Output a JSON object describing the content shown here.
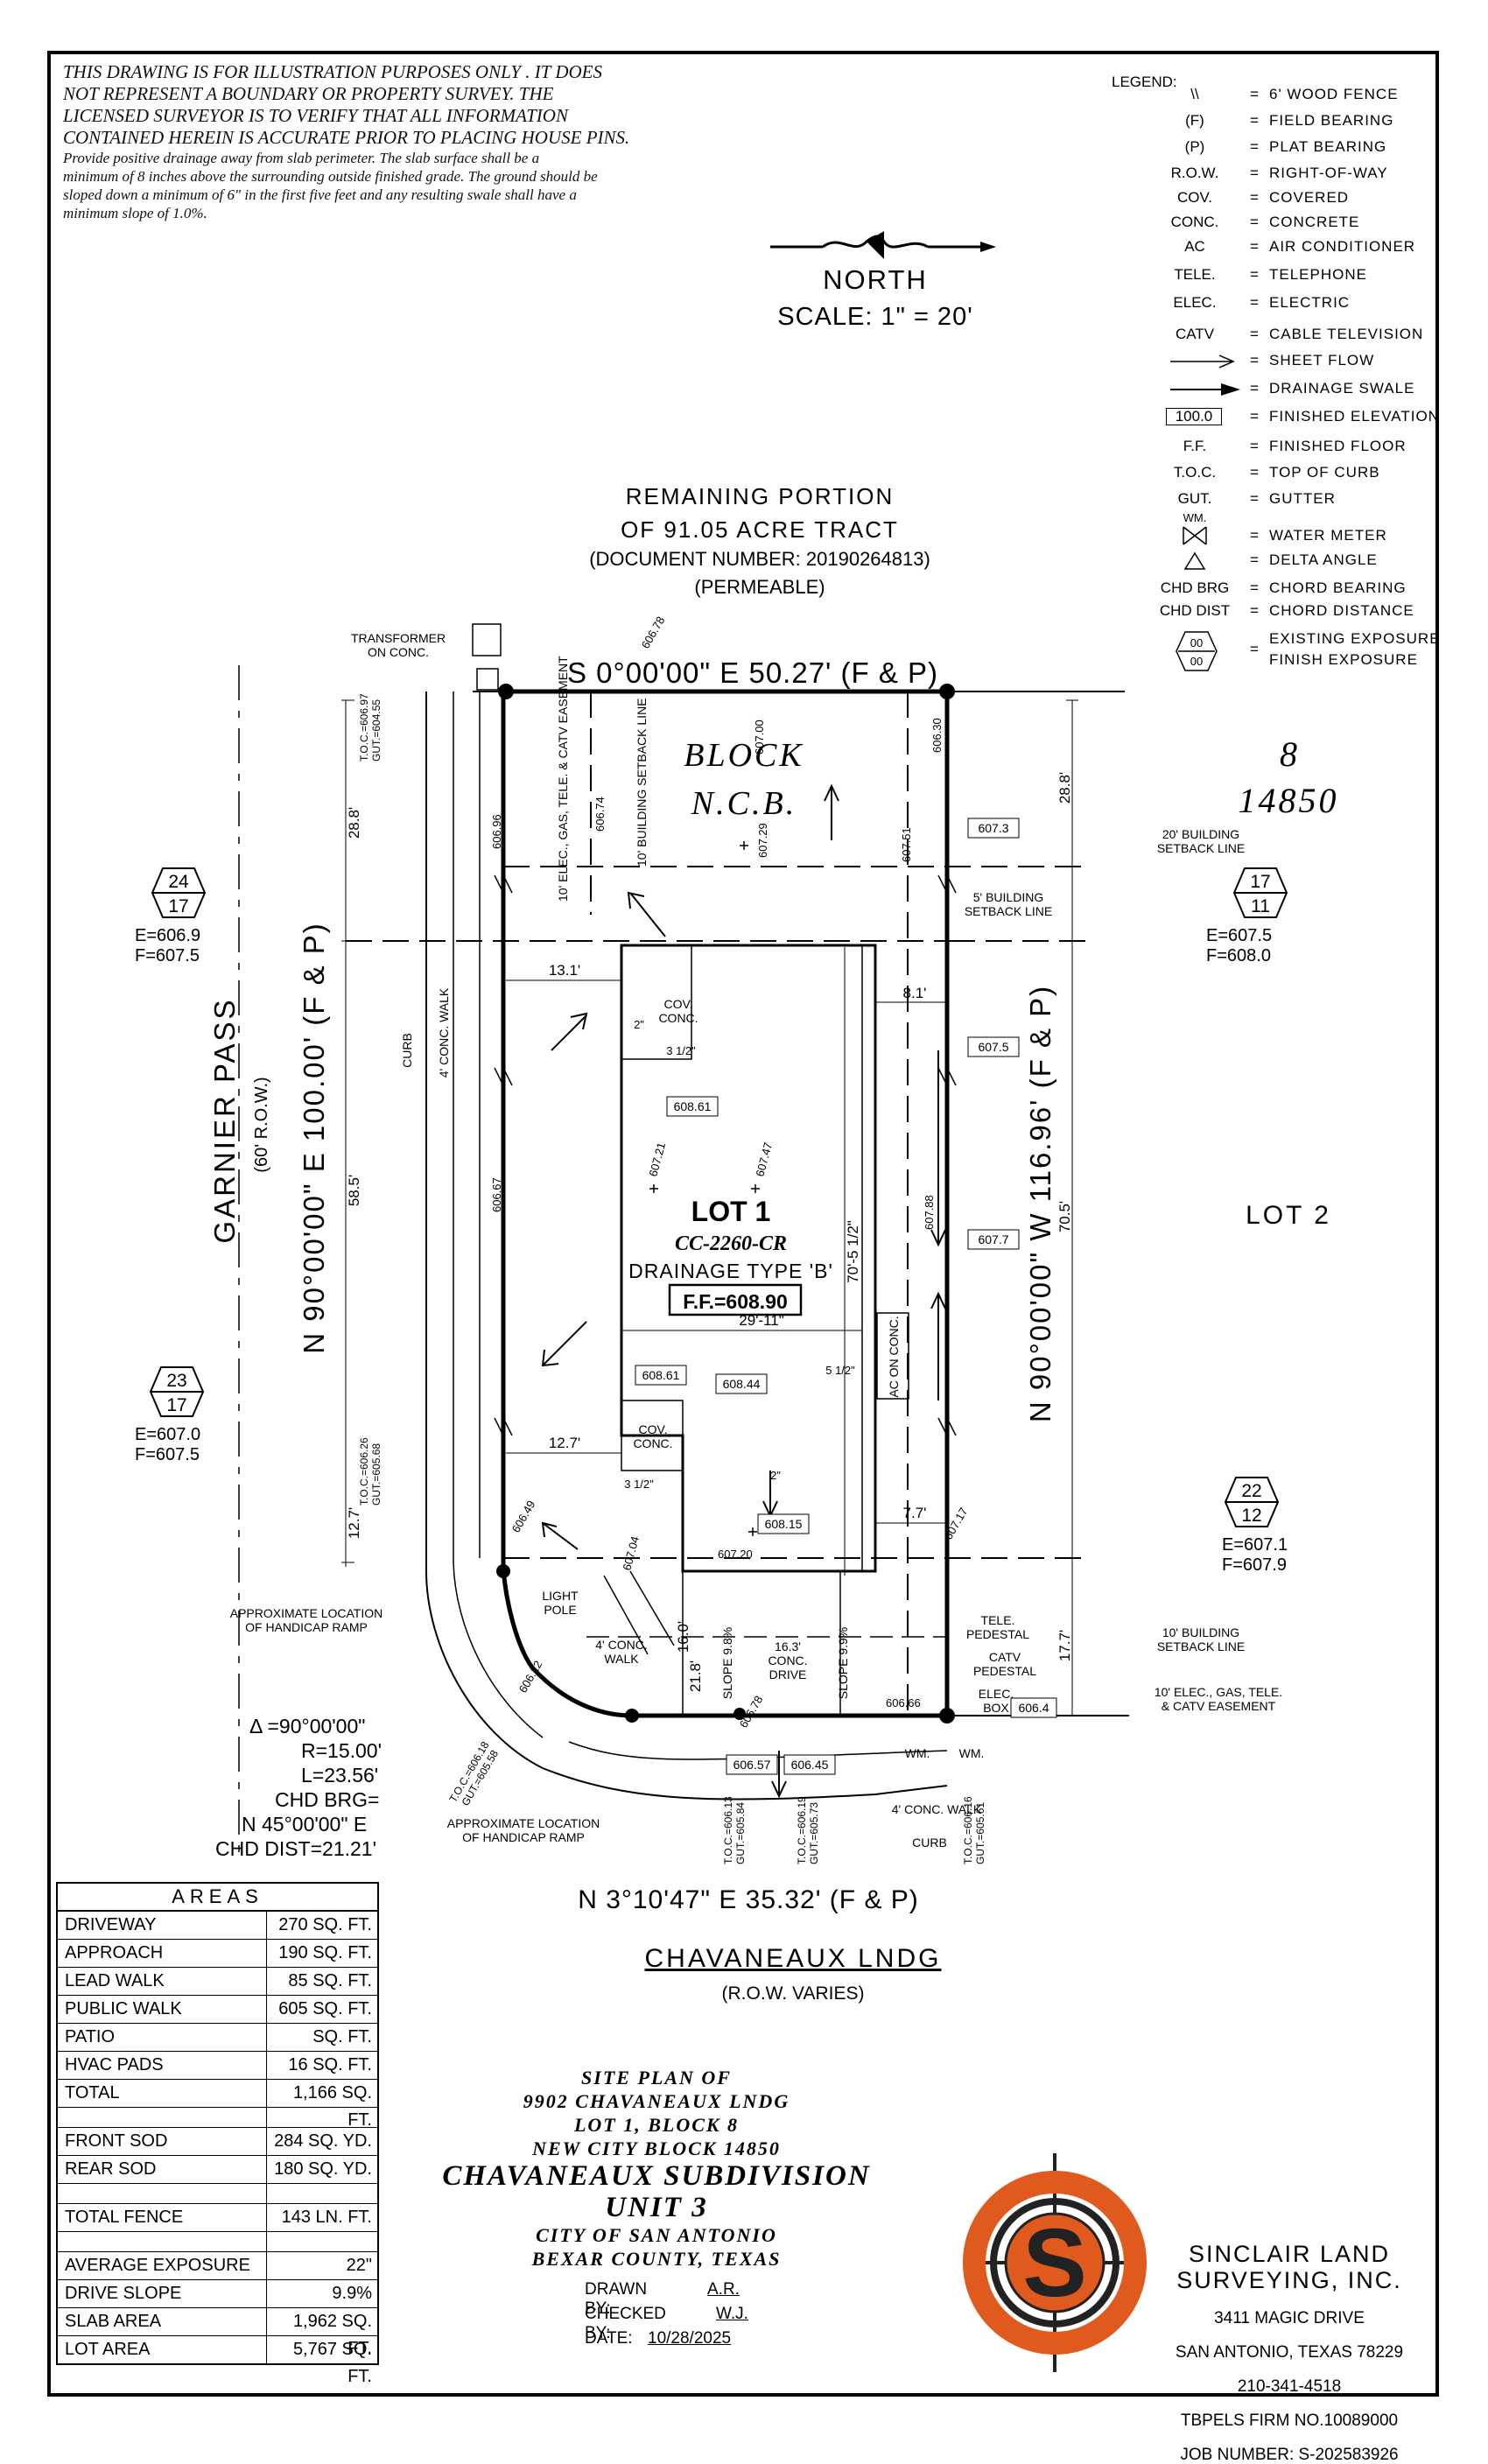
{
  "note": {
    "caps": [
      "THIS DRAWING IS FOR ILLUSTRATION PURPOSES ONLY . IT DOES",
      "NOT REPRESENT A BOUNDARY OR PROPERTY SURVEY. THE",
      "LICENSED SURVEYOR IS TO VERIFY THAT ALL INFORMATION",
      "CONTAINED HEREIN IS ACCURATE PRIOR TO PLACING HOUSE PINS."
    ],
    "small": [
      "Provide positive drainage away from slab perimeter. The slab surface shall be a",
      "minimum of 8 inches above the surrounding outside finished grade. The ground should be",
      "sloped down a minimum of 6\" in the first five feet and any resulting swale shall have a",
      "minimum slope of 1.0%."
    ]
  },
  "legend": {
    "title": "LEGEND:",
    "items": [
      {
        "abbr": "\\\\",
        "desc": "6' WOOD FENCE"
      },
      {
        "abbr": "(F)",
        "desc": "FIELD BEARING"
      },
      {
        "abbr": "(P)",
        "desc": "PLAT BEARING"
      },
      {
        "abbr": "R.O.W.",
        "desc": "RIGHT-OF-WAY"
      },
      {
        "abbr": "COV.",
        "desc": "COVERED"
      },
      {
        "abbr": "CONC.",
        "desc": "CONCRETE"
      },
      {
        "abbr": "AC",
        "desc": "AIR CONDITIONER"
      },
      {
        "abbr": "TELE.",
        "desc": "TELEPHONE"
      },
      {
        "abbr": "ELEC.",
        "desc": "ELECTRIC"
      },
      {
        "abbr": "CATV",
        "desc": "CABLE TELEVISION"
      },
      {
        "abbr": "",
        "desc": "SHEET FLOW"
      },
      {
        "abbr": "",
        "desc": "DRAINAGE SWALE"
      },
      {
        "abbr": "100.0",
        "desc": "FINISHED ELEVATION"
      },
      {
        "abbr": "F.F.",
        "desc": "FINISHED FLOOR"
      },
      {
        "abbr": "T.O.C.",
        "desc": "TOP OF CURB"
      },
      {
        "abbr": "GUT.",
        "desc": "GUTTER"
      },
      {
        "abbr": "WM.",
        "desc": "WATER METER"
      },
      {
        "abbr": "",
        "desc": "DELTA ANGLE"
      },
      {
        "abbr": "CHD BRG",
        "desc": "CHORD BEARING"
      },
      {
        "abbr": "CHD DIST",
        "desc": "CHORD DISTANCE"
      },
      {
        "abbr": "00 / 00",
        "desc": "EXISTING EXPOSURE"
      },
      {
        "abbr": "",
        "desc": "FINISH EXPOSURE"
      }
    ]
  },
  "north": {
    "label": "NORTH",
    "scale": "SCALE:  1\"  =  20'"
  },
  "plan": {
    "remaining": [
      "REMAINING PORTION",
      "OF 91.05 ACRE TRACT",
      "(DOCUMENT NUMBER: 20190264813)",
      "(PERMEABLE)"
    ],
    "top_bearing": "S 0°00'00\" E 50.27' (F & P)",
    "left_bearing": "N 90°00'00\" E 100.00' (F & P)",
    "right_bearing": "N 90°00'00\" W 116.96' (F & P)",
    "bottom_bearing": "N 3°10'47\" E 35.32' (F & P)",
    "street_left": "GARNIER PASS",
    "street_left_row": "(60' R.O.W.)",
    "street_bottom": "CHAVANEAUX LNDG",
    "street_bottom_row": "(R.O.W. VARIES)",
    "block": "BLOCK",
    "ncb": "N.C.B.",
    "block_no": "8",
    "ncb_no": "14850",
    "lot": "LOT 1",
    "plan_code": "CC-2260-CR",
    "drainage": "DRAINAGE TYPE 'B'",
    "ff": "F.F.=608.90",
    "lot2": "LOT 2",
    "transformer": [
      "TRANSFORMER",
      "ON CONC."
    ],
    "setback_20": [
      "20' BUILDING",
      "SETBACK LINE"
    ],
    "setback_5": [
      "5' BUILDING",
      "SETBACK LINE"
    ],
    "setback_10": [
      "10' BUILDING",
      "SETBACK LINE"
    ],
    "easement": [
      "10' ELEC., GAS, TELE.",
      "& CATV EASEMENT"
    ],
    "easement_top": "10' ELEC., GAS, TELE. & CATV EASEMENT",
    "setback_top": "10' BUILDING SETBACK LINE",
    "handicap": [
      "APPROXIMATE LOCATION",
      "OF HANDICAP RAMP"
    ],
    "light_pole": [
      "LIGHT",
      "POLE"
    ],
    "tele_ped": [
      "TELE.",
      "PEDESTAL"
    ],
    "catv_ped": [
      "CATV",
      "PEDESTAL"
    ],
    "elec_box": [
      "ELEC.",
      "BOX"
    ],
    "wm": "WM.",
    "curb": "CURB",
    "walk4": "4' CONC. WALK",
    "cov_conc": [
      "COV.",
      "CONC."
    ],
    "ac_conc": "AC ON CONC.",
    "conc_drive": [
      "16.3'",
      "CONC.",
      "DRIVE"
    ],
    "conc_walk": [
      "4' CONC.",
      "WALK"
    ],
    "slope1": "SLOPE 9.8%",
    "slope2": "SLOPE 9.9%",
    "dims": {
      "d13_1": "13.1'",
      "d8_1": "8.1'",
      "d12_7": "12.7'",
      "d7_7": "7.7'",
      "d28_8a": "28.8'",
      "d28_8b": "28.8'",
      "d58_5": "58.5'",
      "d70_5": "70.5'",
      "d12_7v": "12.7'",
      "d17_7": "17.7'",
      "d16_0": "16.0'",
      "d21_8": "21.8'",
      "d29_11": "29'-11\"",
      "d70_5i": "70'-5 1/2\"",
      "d2a": "2\"",
      "d2b": "2\"",
      "d3_5a": "3 1/2\"",
      "d3_5b": "3 1/2\"",
      "d5_5": "5 1/2\""
    },
    "elev_boxes": [
      "607.3",
      "607.5",
      "608.61",
      "607.7",
      "608.61",
      "608.44",
      "608.15",
      "606.57",
      "606.45",
      "606.4"
    ],
    "spot_elevs": [
      "606.78",
      "607.00",
      "606.30",
      "606.74",
      "607.29",
      "607.51",
      "607.21",
      "607.47",
      "607.88",
      "606.96",
      "606.67",
      "606.49",
      "607.04",
      "607.20",
      "607.17",
      "606.12",
      "606.78",
      "606.66"
    ],
    "toc_labels": [
      "T.O.C.=606.97",
      "GUT.=604.55",
      "T.O.C.=606.26",
      "GUT.=605.68",
      "T.O.C.=606.18",
      "GUT.=605.58",
      "T.O.C.=606.13",
      "GUT.=605.84",
      "T.O.C.=606.19",
      "GUT.=605.73",
      "T.O.C.=606.16",
      "GUT.=605.61"
    ],
    "exposures": [
      {
        "top": "24",
        "bot": "17",
        "e": "E=606.9",
        "f": "F=607.5"
      },
      {
        "top": "17",
        "bot": "11",
        "e": "E=607.5",
        "f": "F=608.0"
      },
      {
        "top": "23",
        "bot": "17",
        "e": "E=607.0",
        "f": "F=607.5"
      },
      {
        "top": "22",
        "bot": "12",
        "e": "E=607.1",
        "f": "F=607.9"
      }
    ],
    "curve": {
      "delta": "Δ =90°00'00\"",
      "r": "R=15.00'",
      "l": "L=23.56'",
      "chd_brg_k": "CHD BRG=",
      "chd_brg_v": "N 45°00'00\" E",
      "chd_dist": "CHD DIST=21.21'"
    }
  },
  "areas": {
    "title": "AREAS",
    "group1": [
      {
        "k": "DRIVEWAY",
        "v": "270 SQ. FT."
      },
      {
        "k": "APPROACH",
        "v": "190 SQ. FT."
      },
      {
        "k": "LEAD WALK",
        "v": "85 SQ. FT."
      },
      {
        "k": "PUBLIC WALK",
        "v": "605 SQ. FT."
      },
      {
        "k": "PATIO",
        "v": "SQ. FT."
      },
      {
        "k": "HVAC PADS",
        "v": "16 SQ. FT."
      },
      {
        "k": "TOTAL",
        "v": "1,166 SQ. FT."
      }
    ],
    "group2": [
      {
        "k": "FRONT SOD",
        "v": "284 SQ. YD."
      },
      {
        "k": "REAR SOD",
        "v": "180 SQ. YD."
      }
    ],
    "group3": [
      {
        "k": "TOTAL FENCE",
        "v": "143 LN. FT."
      }
    ],
    "group4": [
      {
        "k": "AVERAGE EXPOSURE",
        "v": "22\""
      },
      {
        "k": "DRIVE SLOPE",
        "v": "9.9%"
      },
      {
        "k": "SLAB AREA",
        "v": "1,962 SQ. FT."
      },
      {
        "k": "LOT AREA",
        "v": "5,767 SQ. FT."
      }
    ]
  },
  "title_block": {
    "l1": "SITE PLAN OF",
    "l2": "9902 CHAVANEAUX LNDG",
    "l3": "LOT 1, BLOCK 8",
    "l4": "NEW CITY BLOCK 14850",
    "l5": "CHAVANEAUX SUBDIVISION",
    "l6": "UNIT 3",
    "l7": "CITY OF SAN ANTONIO",
    "l8": "BEXAR COUNTY, TEXAS"
  },
  "signoff": {
    "drawn_k": "DRAWN BY:",
    "drawn_v": "A.R.",
    "checked_k": "CHECKED BY:",
    "checked_v": "W.J.",
    "date_k": "DATE:",
    "date_v": "10/28/2025"
  },
  "company": {
    "name1": "SINCLAIR LAND",
    "name2": "SURVEYING, INC.",
    "addr1": "3411 MAGIC DRIVE",
    "addr2": "SAN ANTONIO, TEXAS 78229",
    "phone": "210-341-4518",
    "firm": "TBPELS FIRM NO.10089000",
    "job": "JOB NUMBER: S-202583926",
    "logo_letter": "S"
  },
  "colors": {
    "logo_orange": "#e05a1e",
    "logo_dark": "#222222"
  }
}
